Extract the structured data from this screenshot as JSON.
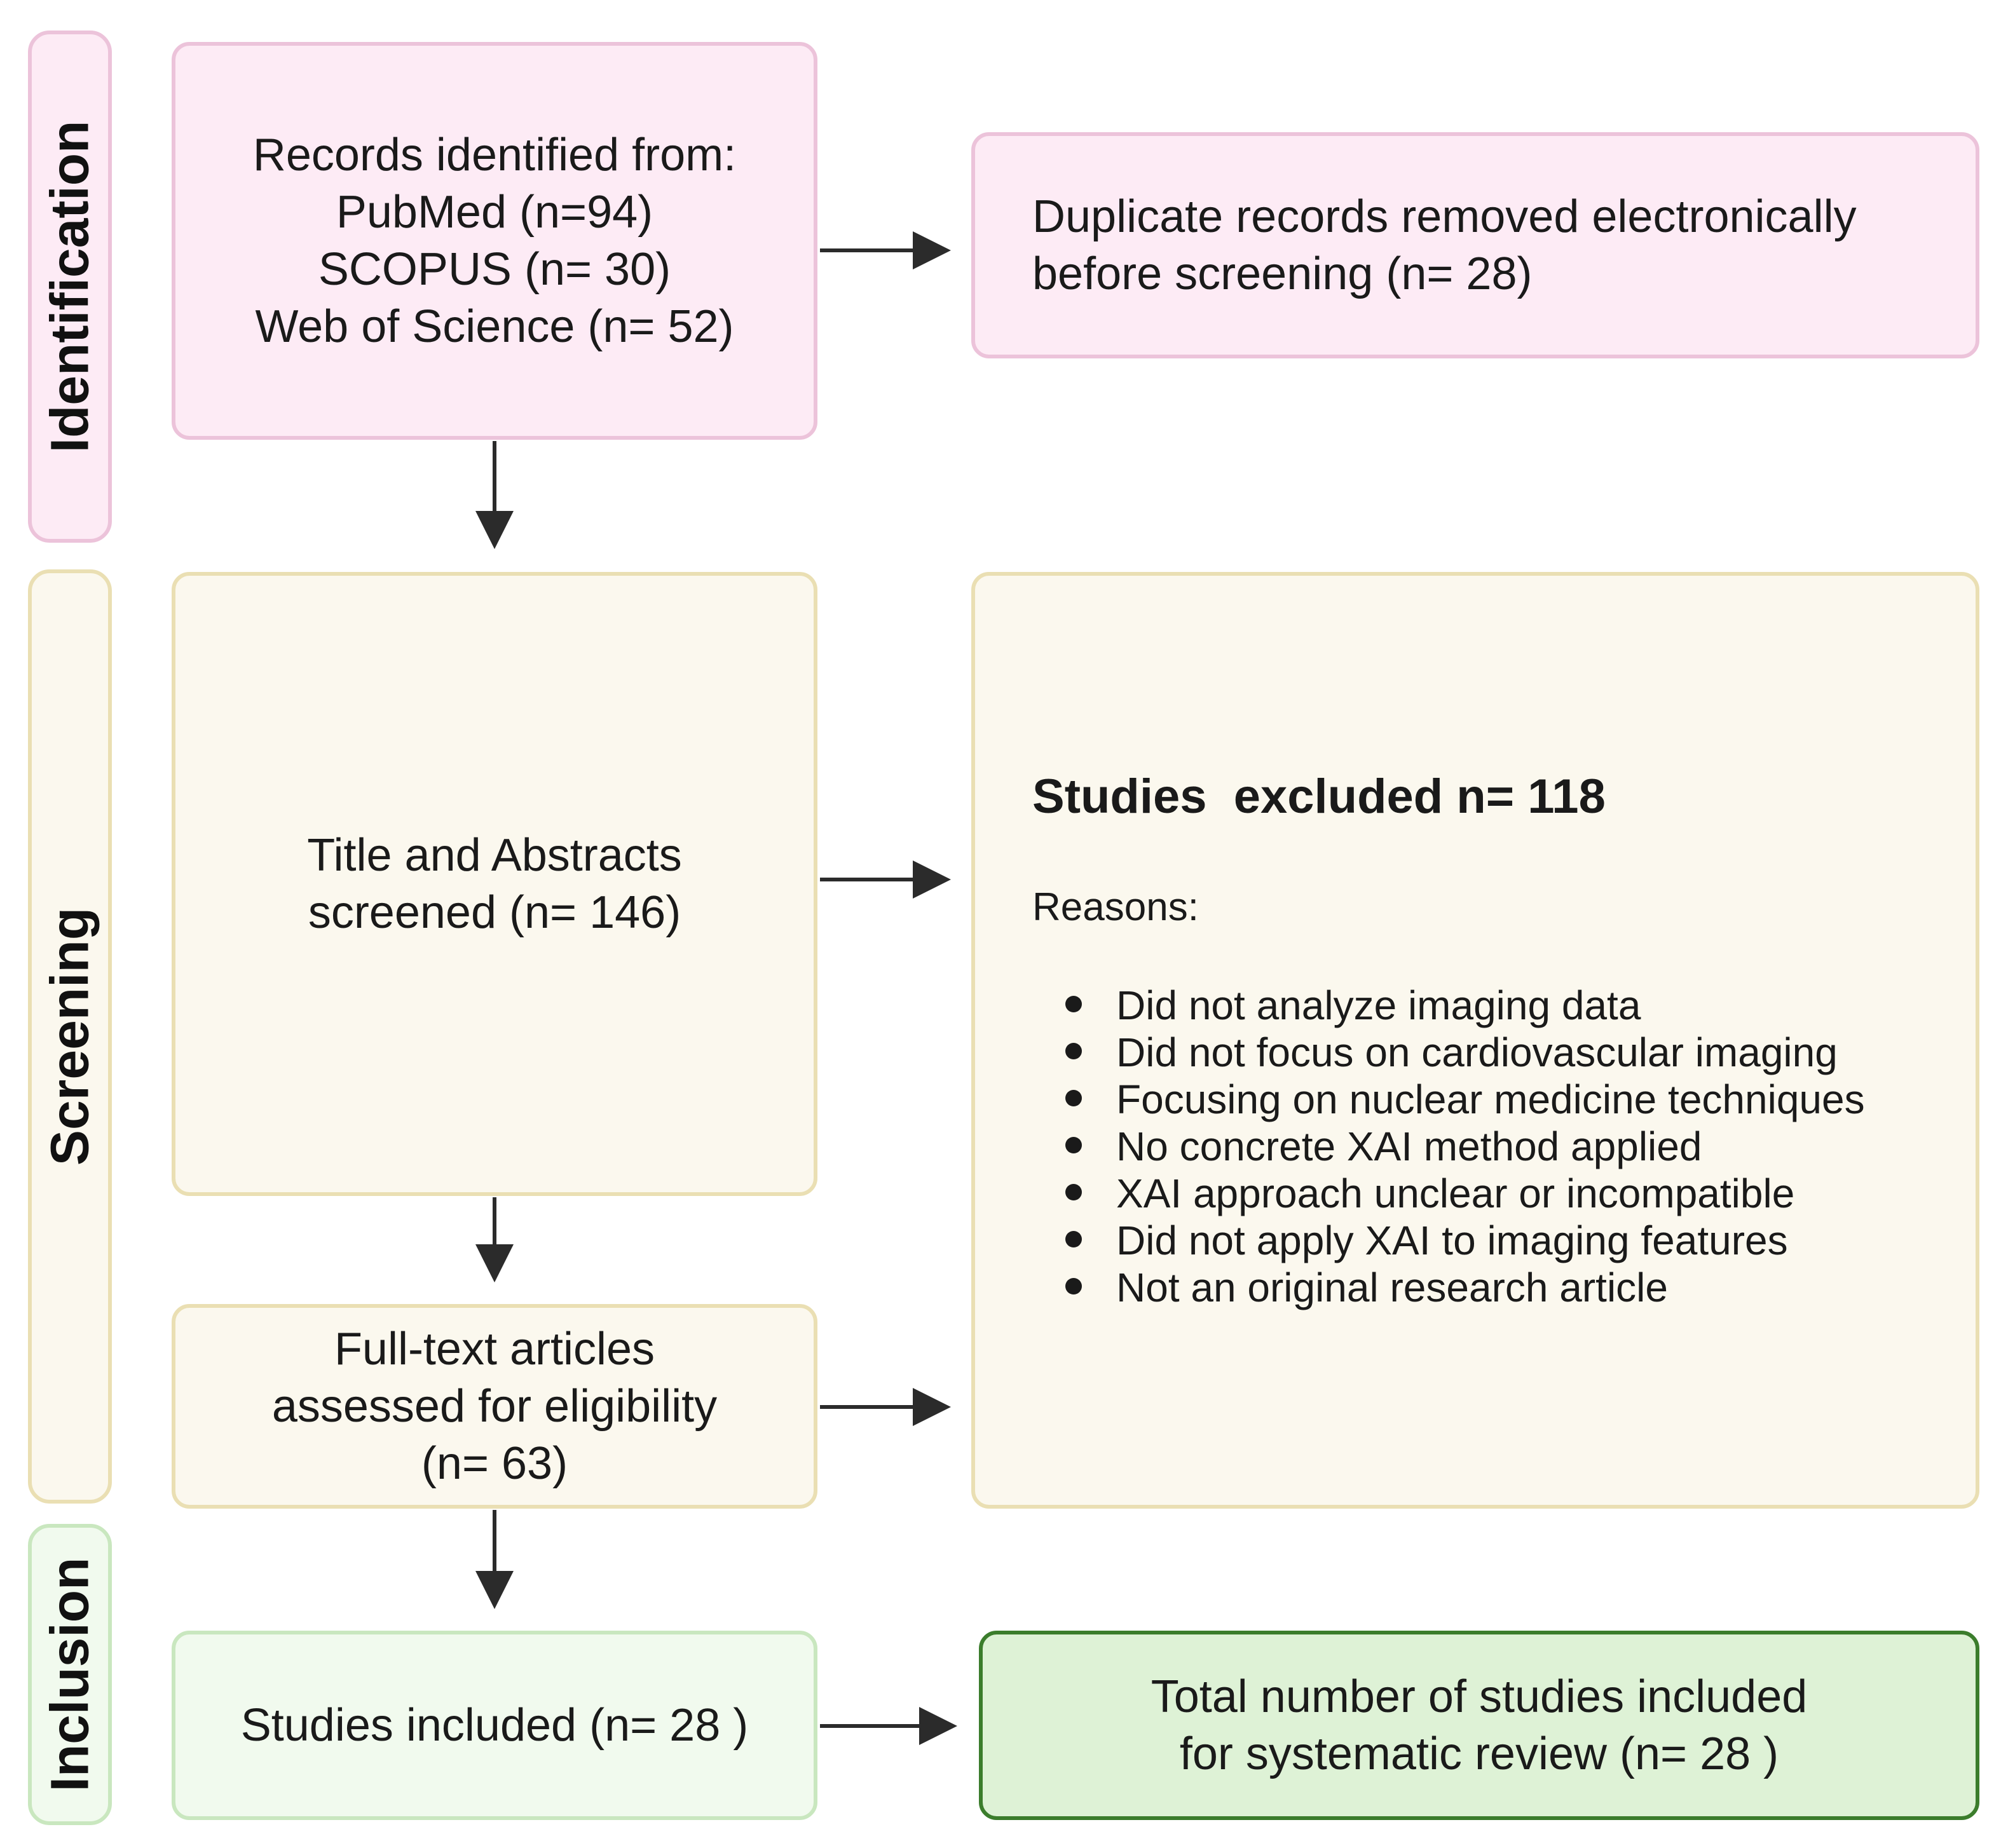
{
  "stages": {
    "identification": "Identification",
    "screening": "Screening",
    "inclusion": "Inclusion"
  },
  "records_identified": {
    "lines": [
      "Records identified from:",
      "PubMed (n=94)",
      "SCOPUS (n= 30)",
      "Web of Science (n= 52)"
    ]
  },
  "duplicates_removed": {
    "lines": [
      "Duplicate records removed electronically",
      "before screening (n= 28)"
    ]
  },
  "title_abstract": {
    "lines": [
      "Title and Abstracts",
      "screened (n= 146)"
    ]
  },
  "full_text": {
    "lines": [
      "Full-text articles",
      "assessed for eligibility",
      "(n= 63)"
    ]
  },
  "excluded": {
    "title": "Studies  excluded n= 118",
    "reasons_label": "Reasons:",
    "reasons": [
      "Did not analyze imaging data",
      "Did not focus on cardiovascular imaging",
      "Focusing on nuclear medicine techniques",
      "No concrete XAI method applied",
      "XAI approach unclear or incompatible",
      "Did not apply XAI to imaging features",
      "Not an original research article"
    ]
  },
  "studies_included": {
    "text": "Studies included (n= 28 )"
  },
  "total_included": {
    "lines": [
      "Total number of studies included",
      "for systematic review (n= 28 )"
    ]
  },
  "colors": {
    "identification_fill": "#fdebf5",
    "identification_border": "#ecc3da",
    "screening_fill": "#fbf8ee",
    "screening_border": "#eadfb3",
    "inclusion_fill": "#f1faee",
    "inclusion_border": "#c9e7bf",
    "final_fill": "#def2d6",
    "final_border": "#3b7d2c",
    "arrow": "#2b2b2b"
  }
}
